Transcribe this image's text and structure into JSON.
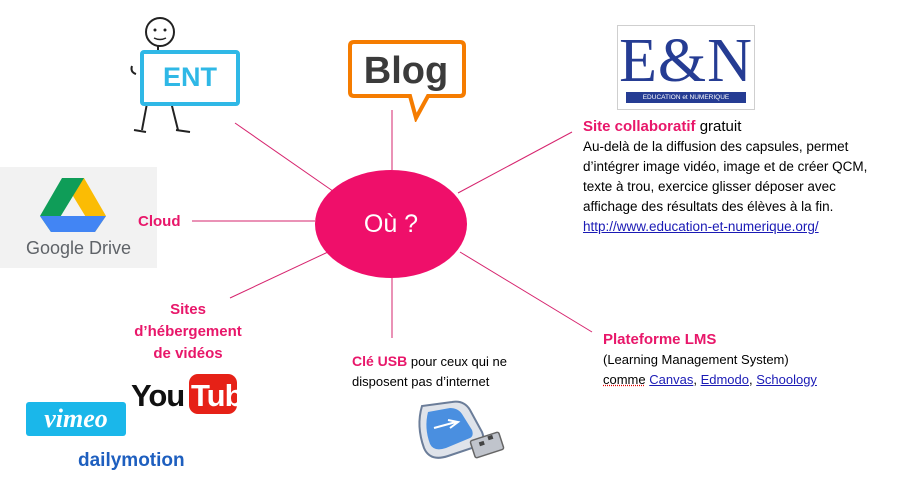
{
  "hub": {
    "label": "Où ?",
    "color": "#ef0f6a"
  },
  "ent": {
    "label": "ENT"
  },
  "blog": {
    "label": "Blog"
  },
  "en_logo": {
    "big": "E&N",
    "sub": "EDUCATION et NUMERIQUE"
  },
  "collab": {
    "title": "Site collaboratif",
    "title_rest": " gratuit",
    "lines": [
      "Au-delà de la diffusion des capsules, permet",
      "d’intégrer image vidéo, image et de créer QCM,",
      "texte à trou,  exercice glisser déposer avec",
      "affichage des résultats des élèves à la fin."
    ],
    "link": "http://www.education-et-numerique.org/"
  },
  "cloud": {
    "label": "Cloud",
    "logo_text": "Google Drive"
  },
  "videos": {
    "lines": [
      "Sites",
      "d’hébergement",
      "de vidéos"
    ],
    "youtube_you": "You",
    "youtube_tube": "Tube",
    "vimeo": "vimeo",
    "dailymotion": "dailymotion"
  },
  "usb": {
    "title": "Clé USB",
    "text_1": " pour ceux qui ne",
    "text_2": "disposent pas d’internet"
  },
  "lms": {
    "title": "Plateforme LMS",
    "line1": "(Learning Management System)",
    "prefix": "comme",
    "links": [
      "Canvas",
      "Edmodo",
      "Schoology"
    ],
    "sep": ", "
  },
  "colors": {
    "accent": "#e8176a",
    "line": "#d6246e",
    "link": "#1a1ab5"
  }
}
